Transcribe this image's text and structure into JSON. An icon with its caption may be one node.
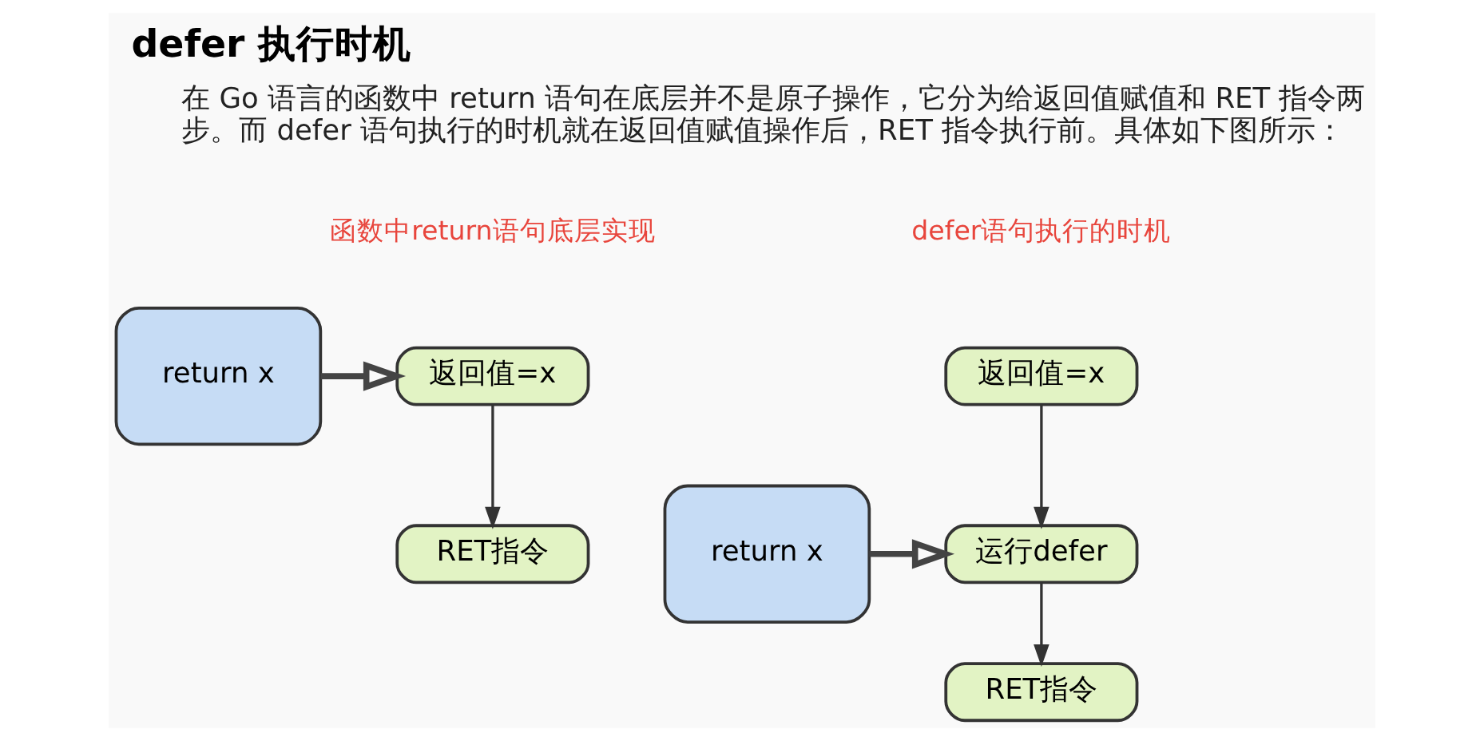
{
  "diagram": {
    "title": "defer 执行时机",
    "nodes": [
      {
        "text": [
          "return x"
        ]
      },
      {
        "text": [
          "返回值=x"
        ]
      },
      {
        "text": [
          "RET指令"
        ]
      },
      {
        "text": [
          "return x"
        ]
      },
      {
        "text": [
          "返回值=x"
        ]
      },
      {
        "text": [
          "运行defer"
        ]
      },
      {
        "text": [
          "RET指令"
        ]
      }
    ],
    "edges": [
      {
        "from": 0,
        "to": 1,
        "arrow": "to",
        "style": "thick"
      },
      {
        "from": 1,
        "to": 2,
        "arrow": "to"
      },
      {
        "from": 3,
        "to": 5,
        "arrow": "to",
        "style": "thick"
      },
      {
        "from": 4,
        "to": 5,
        "arrow": "to"
      },
      {
        "from": 5,
        "to": 6,
        "arrow": "to"
      }
    ],
    "labels": [
      "在 Go 语言的函数中 return 语句在底层并不是原子操作，它分为给返回值赋值和 RET 指令两步。而 defer 语句执行的时机就在返回值赋值操作后，RET 指令执行前。具体如下图所示：",
      "函数中return语句底层实现",
      "defer语句执行的时机"
    ]
  }
}
